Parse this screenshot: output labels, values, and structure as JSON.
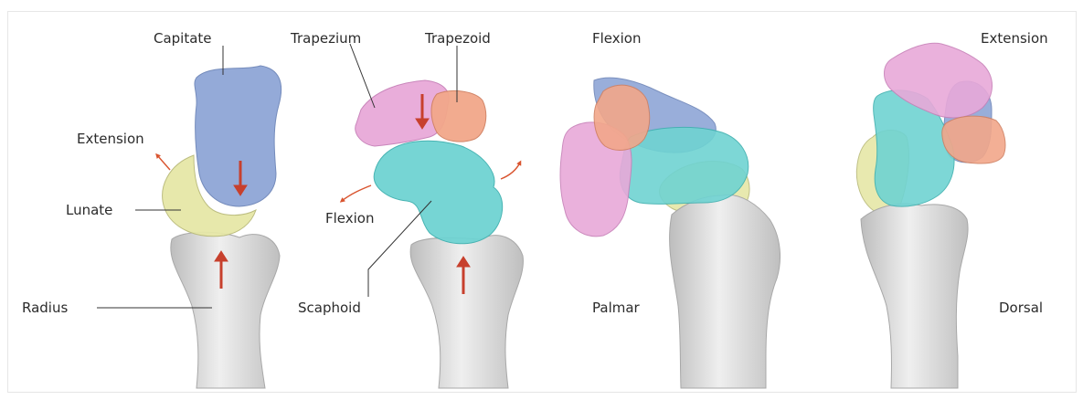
{
  "labels": {
    "capitate": "Capitate",
    "trapezium": "Trapezium",
    "trapezoid": "Trapezoid",
    "flexion_top": "Flexion",
    "extension_top": "Extension",
    "extension_left": "Extension",
    "lunate": "Lunate",
    "flexion_left": "Flexion",
    "radius": "Radius",
    "scaphoid": "Scaphoid",
    "palmar": "Palmar",
    "dorsal": "Dorsal"
  },
  "colors": {
    "bone": "#d9d9d9",
    "capitate": "#8fa6d6",
    "lunate": "#e6e7a7",
    "scaphoid": "#6fd3d2",
    "trapezium": "#e8a9d9",
    "trapezoid": "#f2a78a",
    "arrow": "#c7402d"
  }
}
